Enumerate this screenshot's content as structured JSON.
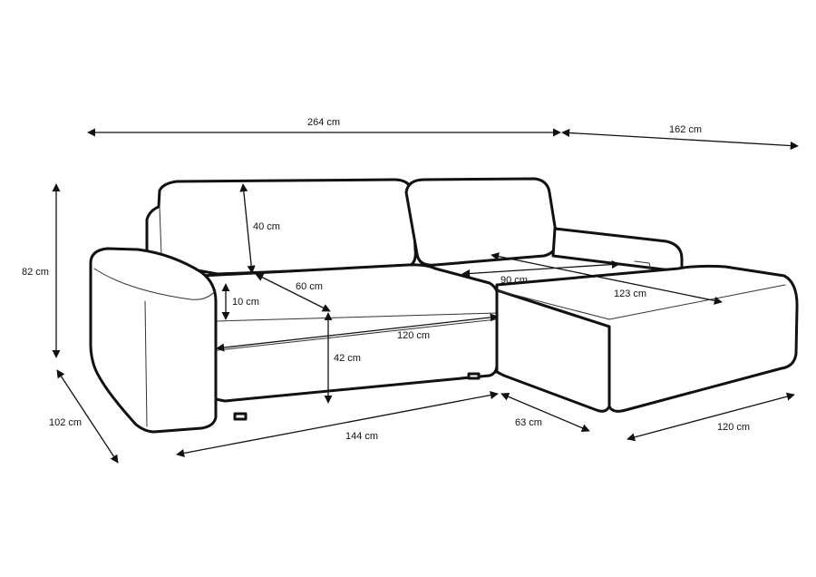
{
  "dimensions": {
    "total_width": "264 cm",
    "chaise_depth": "162 cm",
    "height": "82 cm",
    "depth": "102 cm",
    "backrest_height": "40 cm",
    "seat_depth": "60 cm",
    "seat_thickness": "10 cm",
    "sleeping_width": "120 cm",
    "seat_height": "42 cm",
    "front_width": "144 cm",
    "chaise_seat_width": "90 cm",
    "chaise_sleeping_length": "123 cm",
    "chaise_front_depth": "63 cm",
    "chaise_width": "120 cm"
  },
  "colors": {
    "line": "#111111",
    "background": "#ffffff"
  }
}
